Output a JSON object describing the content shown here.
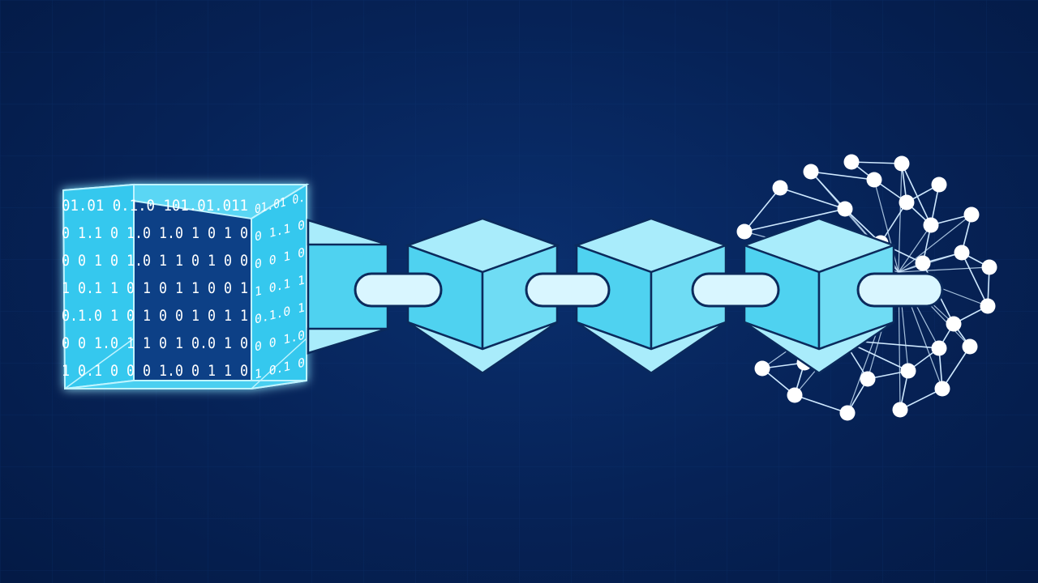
{
  "diagram": {
    "colors": {
      "background": "#062256",
      "grid": "#0f3a7a",
      "cube_front": "#4fd2f0",
      "cube_top": "#a9ecfb",
      "cube_side": "#6fdcf4",
      "cube_edge": "#0b2a5c",
      "data_cube_glow": "#5ee0ff",
      "data_cube_fill": "#36c8ee",
      "data_cube_dark": "#0a3f86",
      "binary_text": "#ffffff",
      "link": "#d9f6ff",
      "network_node": "#ffffff",
      "network_edge": "#cfe9ff"
    },
    "binary_rows": [
      "01.01 0.1.0 101.01.011",
      "0 1.1 0 1.0 1.0 1 0 1 0",
      "0 0 1 0 1.0 1 1 0 1 0 0",
      "1 0.1 1 0 1 0 1 1 0 0 1",
      "0.1.0 1 0 1 0 0 1 0 1 1",
      "0 0 1.0 1 1 0 1 0.0 1 0",
      "1 0.1 0 0 0 1.0 0 1 1 0"
    ],
    "chain_blocks": 4,
    "network_nodes": 28
  }
}
